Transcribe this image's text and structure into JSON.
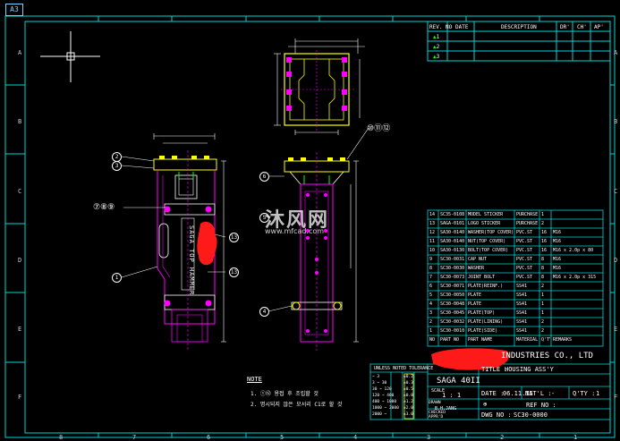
{
  "sheet": {
    "size_tag": "A3"
  },
  "border": {
    "row_letters": [
      "A",
      "B",
      "C",
      "D",
      "E",
      "F"
    ],
    "col_numbers": [
      "8",
      "7",
      "6",
      "5",
      "4",
      "3",
      "2",
      "1"
    ]
  },
  "revision_table": {
    "headers": [
      "REV. NO",
      "DATE",
      "DESCRIPTION",
      "DR'",
      "CH'",
      "AP'"
    ],
    "rows": [
      [
        "1"
      ],
      [
        "2"
      ],
      [
        "3"
      ]
    ]
  },
  "bom": {
    "header": {
      "no": "NO",
      "part_no": "PART NO",
      "part_name": "PART NAME",
      "material": "MATERIAL",
      "qty": "Q'TY",
      "remarks": "REMARKS"
    },
    "rows": [
      {
        "no": "14",
        "part_no": "SC35-0108",
        "name": "MODEL STICKER",
        "mat": "PURCHASE",
        "qty": "1",
        "rem": ""
      },
      {
        "no": "13",
        "part_no": "SAGA-0101",
        "name": "LOGO STICKER",
        "mat": "PURCHASE",
        "qty": "2",
        "rem": ""
      },
      {
        "no": "12",
        "part_no": "SA30-0140",
        "name": "WASHER(TOP COVER)",
        "mat": "PVC.ST",
        "qty": "16",
        "rem": "M16"
      },
      {
        "no": "11",
        "part_no": "SA30-0140",
        "name": "NUT(TOP COVER)",
        "mat": "PVC.ST",
        "qty": "16",
        "rem": "M16"
      },
      {
        "no": "10",
        "part_no": "SA30-0130",
        "name": "BOLT(TOP COVER)",
        "mat": "PVC.ST",
        "qty": "16",
        "rem": "M16 x 2.0p x 80"
      },
      {
        "no": "9",
        "part_no": "SC30-0031",
        "name": "CAP NUT",
        "mat": "PVC.ST",
        "qty": "8",
        "rem": "M16"
      },
      {
        "no": "8",
        "part_no": "SC30-0030",
        "name": "WASHER",
        "mat": "PVC.ST",
        "qty": "8",
        "rem": "M16"
      },
      {
        "no": "7",
        "part_no": "SC30-0073",
        "name": "JOINT BOLT",
        "mat": "PVC.ST",
        "qty": "8",
        "rem": "M16 x 2.0p x 315"
      },
      {
        "no": "6",
        "part_no": "SC30-0071",
        "name": "PLATE(REINF.)",
        "mat": "SS41",
        "qty": "2",
        "rem": ""
      },
      {
        "no": "5",
        "part_no": "SC30-0050",
        "name": "PLATE",
        "mat": "SS41",
        "qty": "1",
        "rem": ""
      },
      {
        "no": "4",
        "part_no": "SC30-0048",
        "name": "PLATE",
        "mat": "SS41",
        "qty": "1",
        "rem": ""
      },
      {
        "no": "3",
        "part_no": "SC30-0045",
        "name": "PLATE(TOP)",
        "mat": "SS41",
        "qty": "1",
        "rem": ""
      },
      {
        "no": "2",
        "part_no": "SC30-0032",
        "name": "PLATE(LINING)",
        "mat": "SS41",
        "qty": "2",
        "rem": ""
      },
      {
        "no": "1",
        "part_no": "SC30-0010",
        "name": "PLATE(SIDE)",
        "mat": "SS41",
        "qty": "2",
        "rem": ""
      }
    ]
  },
  "title_block": {
    "company": "INDUSTRIES CO., LTD",
    "title_label": "TITLE :",
    "title": "HOUSING ASS'Y",
    "model": "SAGA 40II",
    "scale_label": "SCALE",
    "scale": "1 : 1",
    "date_label": "DATE :",
    "date": "06.11.15",
    "mat_label": "MAT'L :",
    "mat": "-",
    "qty_label": "Q'TY :",
    "qty": "1",
    "ref_label": "REF NO :",
    "dwg_label": "DWG NO :",
    "dwg_no": "SC30-0000",
    "tolerance_title": "UNLESS NOTED TOLERANCE",
    "drawn_label": "DRAWN",
    "drawn_by": "B.H.JANG",
    "checked_label": "CHECKED",
    "approved_label": "APPR'D",
    "tolerance_rows": [
      [
        "~ 3",
        "±0.2"
      ],
      [
        "3 ~ 30",
        "±0.3"
      ],
      [
        "30 ~ 120",
        "±0.5"
      ],
      [
        "120 ~ 400",
        "±0.8"
      ],
      [
        "400 ~ 1000",
        "±1.2"
      ],
      [
        "1000 ~ 2000",
        "±2.0"
      ],
      [
        "2000 ~",
        "±3.0"
      ]
    ]
  },
  "notes": {
    "title": "NOTE",
    "lines": [
      "1. ①⑫ 용접 후 조립할 것",
      "2. 명시되지 않은 모서리 C1로 할 것"
    ]
  },
  "balloons": {
    "b1": "1",
    "b2": "2",
    "b3": "3",
    "b4": "4",
    "b5": "5",
    "b6": "6",
    "b789": "⑦⑧⑨",
    "b101112": "⑩⑪⑫",
    "b13a": "13",
    "b13b": "13"
  },
  "side_text": "SAGA TOP HAMMER",
  "watermark": {
    "text": "沐风网",
    "url": "www.mfcad.com"
  },
  "colors": {
    "frame": "#00d6d6",
    "table": "#00d6d6",
    "part": "#ff00ff",
    "outline": "#ffffff",
    "yellow": "#ffff00",
    "green": "#00ff00",
    "redact": "#ff1a1a"
  }
}
